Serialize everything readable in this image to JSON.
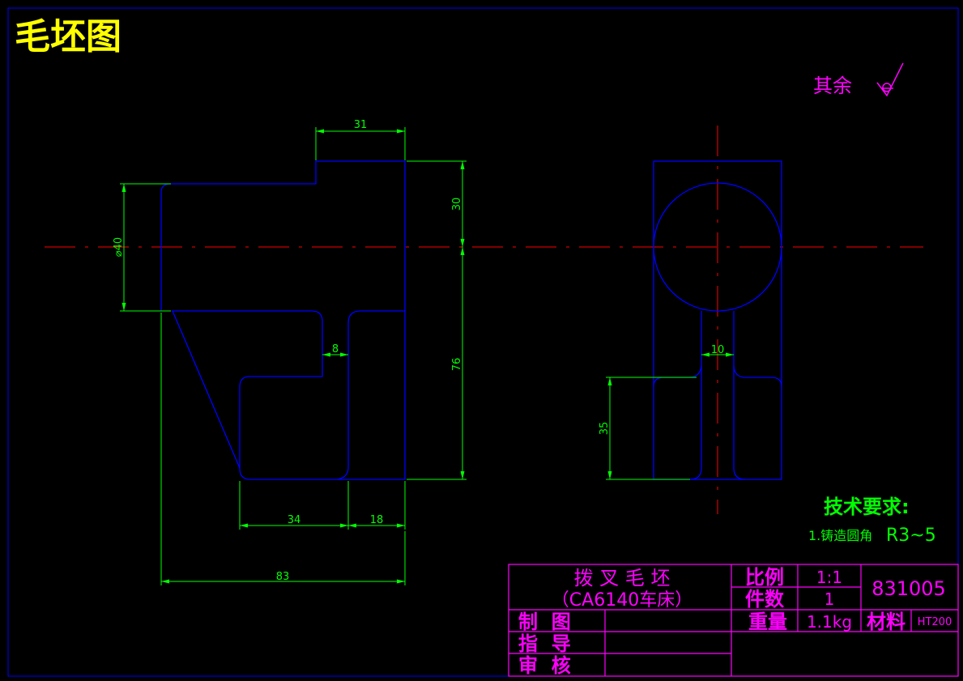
{
  "title": "毛坯图",
  "surface_finish": {
    "label": "其余"
  },
  "dimensions": {
    "top_width": "31",
    "height_top": "30",
    "dia": "⌀40",
    "height_mid": "76",
    "rib_width": "8",
    "width_34": "34",
    "width_18": "18",
    "total_width": "83",
    "side_width": "10",
    "side_height": "35"
  },
  "requirements": {
    "heading": "技术要求:",
    "item1_prefix": "1.铸造圆角",
    "item1_value": "R3~5"
  },
  "title_block": {
    "name": "拨 叉 毛 坯",
    "machine": "（CA6140车床）",
    "scale_label": "比例",
    "scale_value": "1:1",
    "count_label": "件数",
    "count_value": "1",
    "drawing_no": "831005",
    "weight_label": "重量",
    "weight_value": "1.1kg",
    "material_label": "材料",
    "material_value": "HT200",
    "drawn_label": "制  图",
    "guide_label": "指  导",
    "check_label": "审  核"
  },
  "colors": {
    "background": "#000000",
    "outline": "#0000ff",
    "dimension": "#00ff00",
    "centerline": "#ff0000",
    "title": "#ffff00",
    "table": "#ff00ff",
    "annotation": "#ff00ff"
  }
}
